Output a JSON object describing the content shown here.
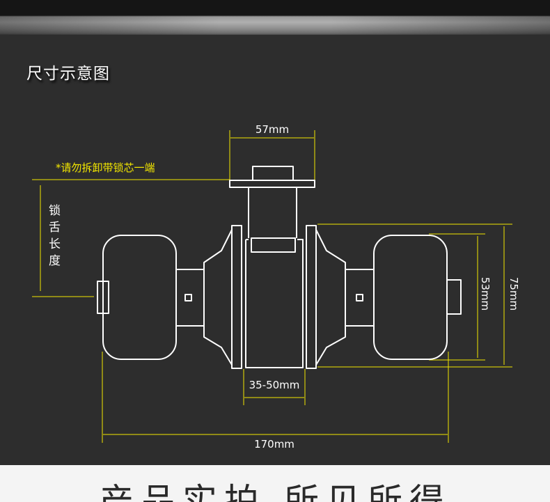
{
  "header": {
    "title": "尺寸示意图"
  },
  "labels": {
    "width_top": "57mm",
    "warning": "*请勿拆卸带锁芯一端",
    "latch_length": "锁舌长度",
    "door_thickness": "35-50mm",
    "knob_height": "53mm",
    "rose_height": "75mm",
    "total_length": "170mm"
  },
  "footer": {
    "title": "产品实拍 所见所得"
  },
  "colors": {
    "background": "#2d2d2d",
    "line": "#ffffff",
    "dimension": "#f2e600",
    "warning_text": "#f2e600",
    "label_text": "#ffffff"
  }
}
